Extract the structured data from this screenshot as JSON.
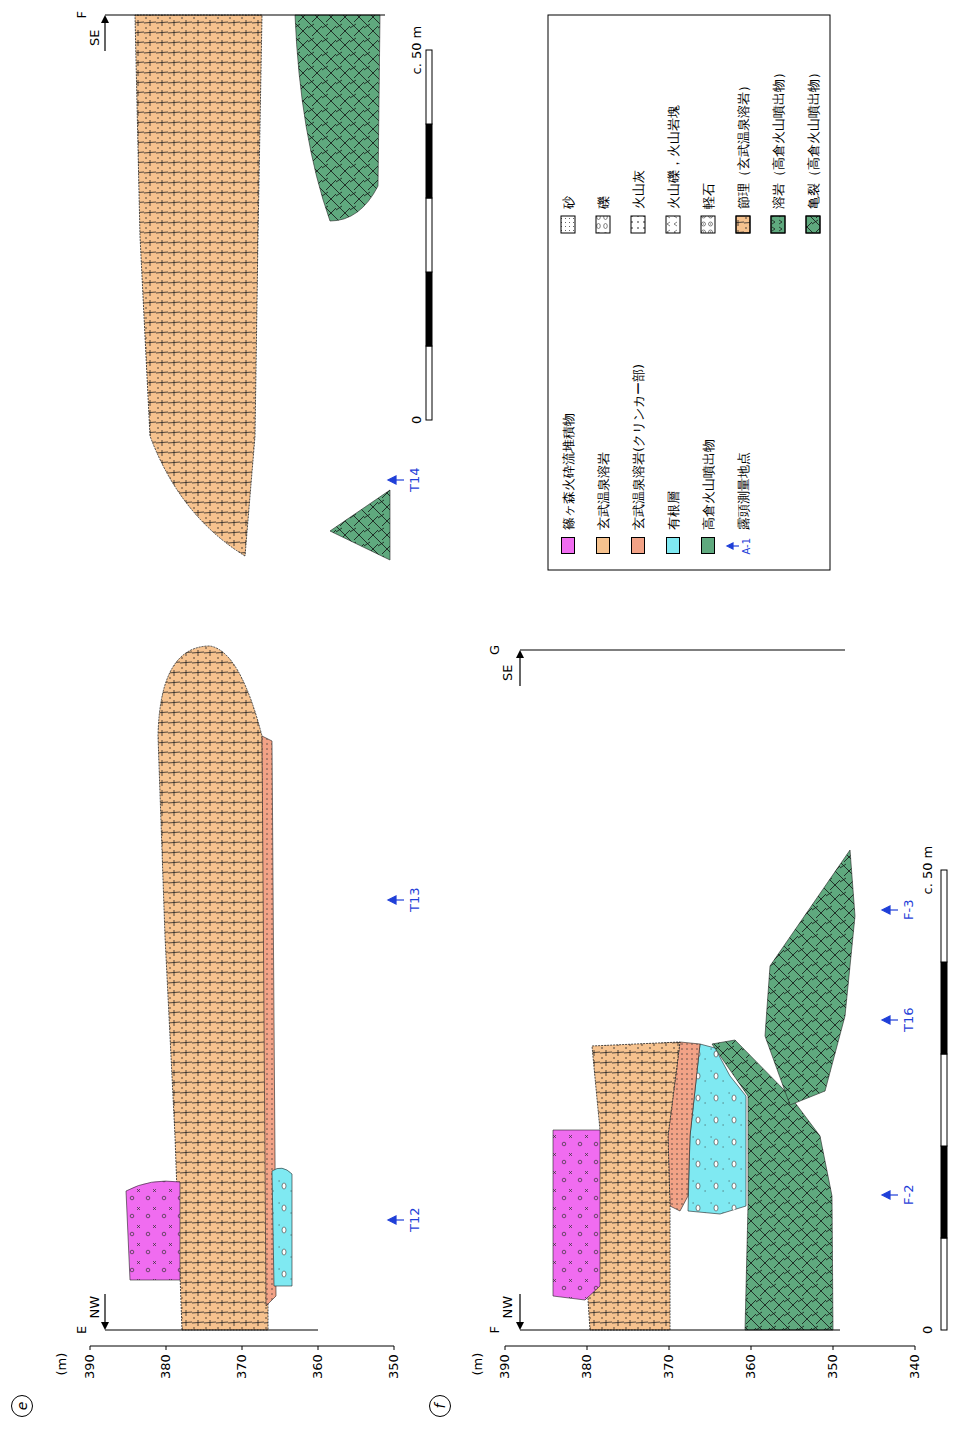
{
  "diagram": {
    "labels": [
      "e",
      "(m)",
      "390",
      "380",
      "370",
      "360",
      "350",
      "NW",
      "E",
      "T12",
      "T13",
      "SE",
      "F",
      "T14",
      "0",
      "c. 50 m",
      "f",
      "(m)",
      "390",
      "380",
      "370",
      "360",
      "350",
      "340",
      "NW",
      "F",
      "F-2",
      "T16",
      "F-3",
      "SE",
      "G",
      "0",
      "c. 50 m",
      "A-1"
    ],
    "legend": [
      {
        "text": "篠ヶ森火砕流堆積物",
        "color": "#f06cf0"
      },
      {
        "text": "玄武温泉溶岩",
        "color": "#f6c28e"
      },
      {
        "text": "玄武温泉溶岩(クリンカー部)",
        "color": "#f2a286"
      },
      {
        "text": "有根層",
        "color": "#7fe9f2"
      },
      {
        "text": "高倉火山噴出物",
        "color": "#5fa97e"
      },
      {
        "text": "露頭測量地点"
      },
      {
        "text": "砂"
      },
      {
        "text": "礫"
      },
      {
        "text": "火山灰"
      },
      {
        "text": "火山礫，火山岩塊"
      },
      {
        "text": "軽石"
      },
      {
        "text": "節理（玄武温泉溶岩）"
      },
      {
        "text": "溶岩（高倉火山噴出物）"
      },
      {
        "text": "亀裂（高倉火山噴出物）"
      }
    ]
  }
}
